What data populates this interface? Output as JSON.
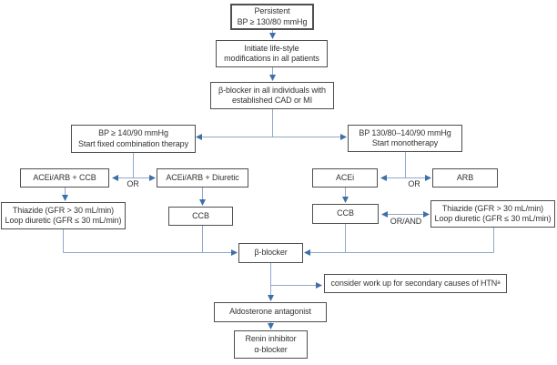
{
  "diagram": {
    "nodes": {
      "persistent": {
        "label": "Persistent\nBP ≥ 130/80 mmHg"
      },
      "lifestyle": {
        "label": "Initiate life-style\nmodifications in all patients"
      },
      "beta_blocker_cad": {
        "label": "β-blocker in all individuals with\nestablished CAD or MI"
      },
      "fixed_combination": {
        "label": "BP ≥ 140/90 mmHg\nStart fixed combination therapy"
      },
      "monotherapy": {
        "label": "BP 130/80–140/90 mmHg\nStart monotherapy"
      },
      "acei_arb_ccb": {
        "label": "ACEi/ARB + CCB"
      },
      "acei_arb_diuretic": {
        "label": "ACEi/ARB + Diuretic"
      },
      "acei": {
        "label": "ACEi"
      },
      "arb": {
        "label": "ARB"
      },
      "thiazide_left": {
        "label": "Thiazide (GFR > 30 mL/min)\nLoop diuretic (GFR ≤ 30 mL/min)"
      },
      "ccb_left": {
        "label": "CCB"
      },
      "ccb_right": {
        "label": "CCB"
      },
      "thiazide_right": {
        "label": "Thiazide (GFR > 30 mL/min)\nLoop diuretic (GFR ≤ 30 mL/min)"
      },
      "beta_blocker": {
        "label": "β-blocker"
      },
      "secondary_workup": {
        "label": "consider work up for secondary causes of HTNᵃ"
      },
      "aldosterone": {
        "label": "Aldosterone antagonist"
      },
      "renin_alpha": {
        "label": "Renin inhibitor\nα-blocker"
      }
    },
    "connector_labels": {
      "or_left": "OR",
      "or_right": "OR",
      "or_and": "OR/AND"
    },
    "colors": {
      "line": "#8fa9c9",
      "arrow": "#3f6fa8",
      "border": "#4f4f4f",
      "text": "#333333",
      "background": "#ffffff"
    }
  }
}
